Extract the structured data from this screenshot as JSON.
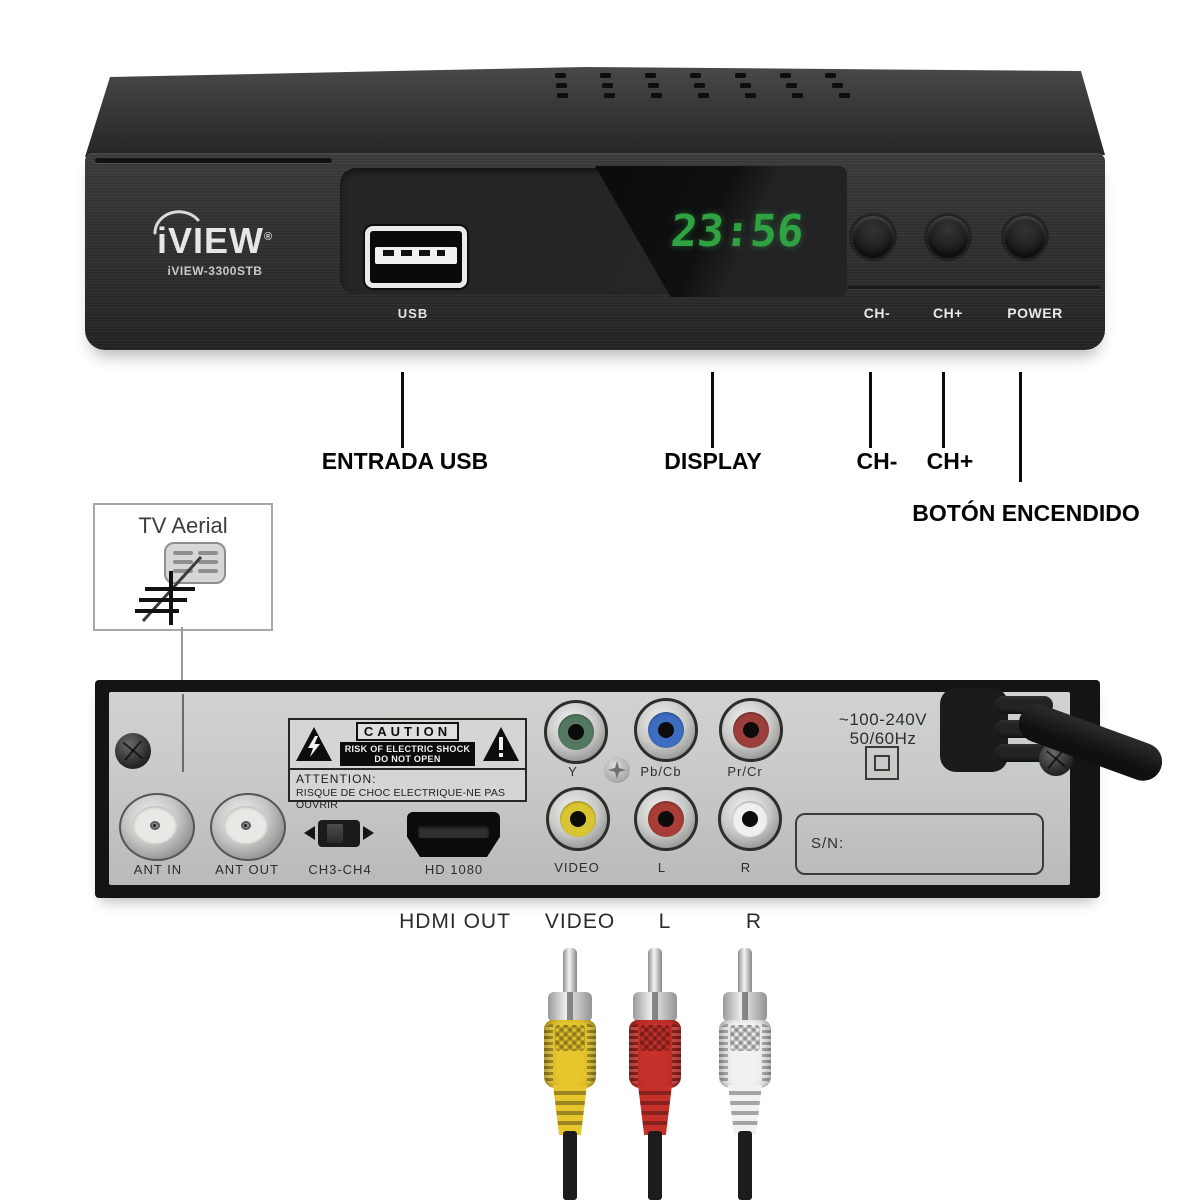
{
  "front": {
    "brand": "iVIEW",
    "brand_reg": "®",
    "model": "iVIEW-3300STB",
    "display_time": "23:56",
    "usb_label": "USB",
    "buttons": {
      "ch_down": "CH-",
      "ch_up": "CH+",
      "power": "POWER"
    }
  },
  "front_callouts": {
    "usb": "ENTRADA USB",
    "display": "DISPLAY",
    "ch_down": "CH-",
    "ch_up": "CH+",
    "power": "BOTÓN ENCENDIDO"
  },
  "aerial": {
    "title": "TV Aerial"
  },
  "back": {
    "caution_title": "CAUTION",
    "caution_line1": "RISK OF ELECTRIC SHOCK",
    "caution_line2": "DO NOT OPEN",
    "attention_label": "ATTENTION:",
    "attention_text": "RISQUE DE CHOC ELECTRIQUE-NE PAS OUVRIR",
    "ant_in": "ANT IN",
    "ant_out": "ANT OUT",
    "rf_switch": "CH3-CH4",
    "hdmi": "HD 1080",
    "jacks_top": [
      "Y",
      "Pb/Cb",
      "Pr/Cr"
    ],
    "jacks_bottom": [
      "VIDEO",
      "L",
      "R"
    ],
    "voltage_line1": "~100-240V",
    "voltage_line2": "50/60Hz",
    "serial": "S/N:"
  },
  "back_callouts": {
    "hdmi": "HDMI OUT",
    "video": "VIDEO",
    "left": "L",
    "right": "R"
  },
  "colors": {
    "display_green": "#2fa341",
    "jack_y": "#53785f",
    "jack_pb": "#3d6cc0",
    "jack_pr": "#9c3f3c",
    "jack_video": "#d9c531",
    "jack_l": "#a83c36",
    "jack_r": "#efefed",
    "plug_video": "#e6c52d",
    "plug_l": "#c6302a",
    "plug_r": "#f1f1ef"
  }
}
